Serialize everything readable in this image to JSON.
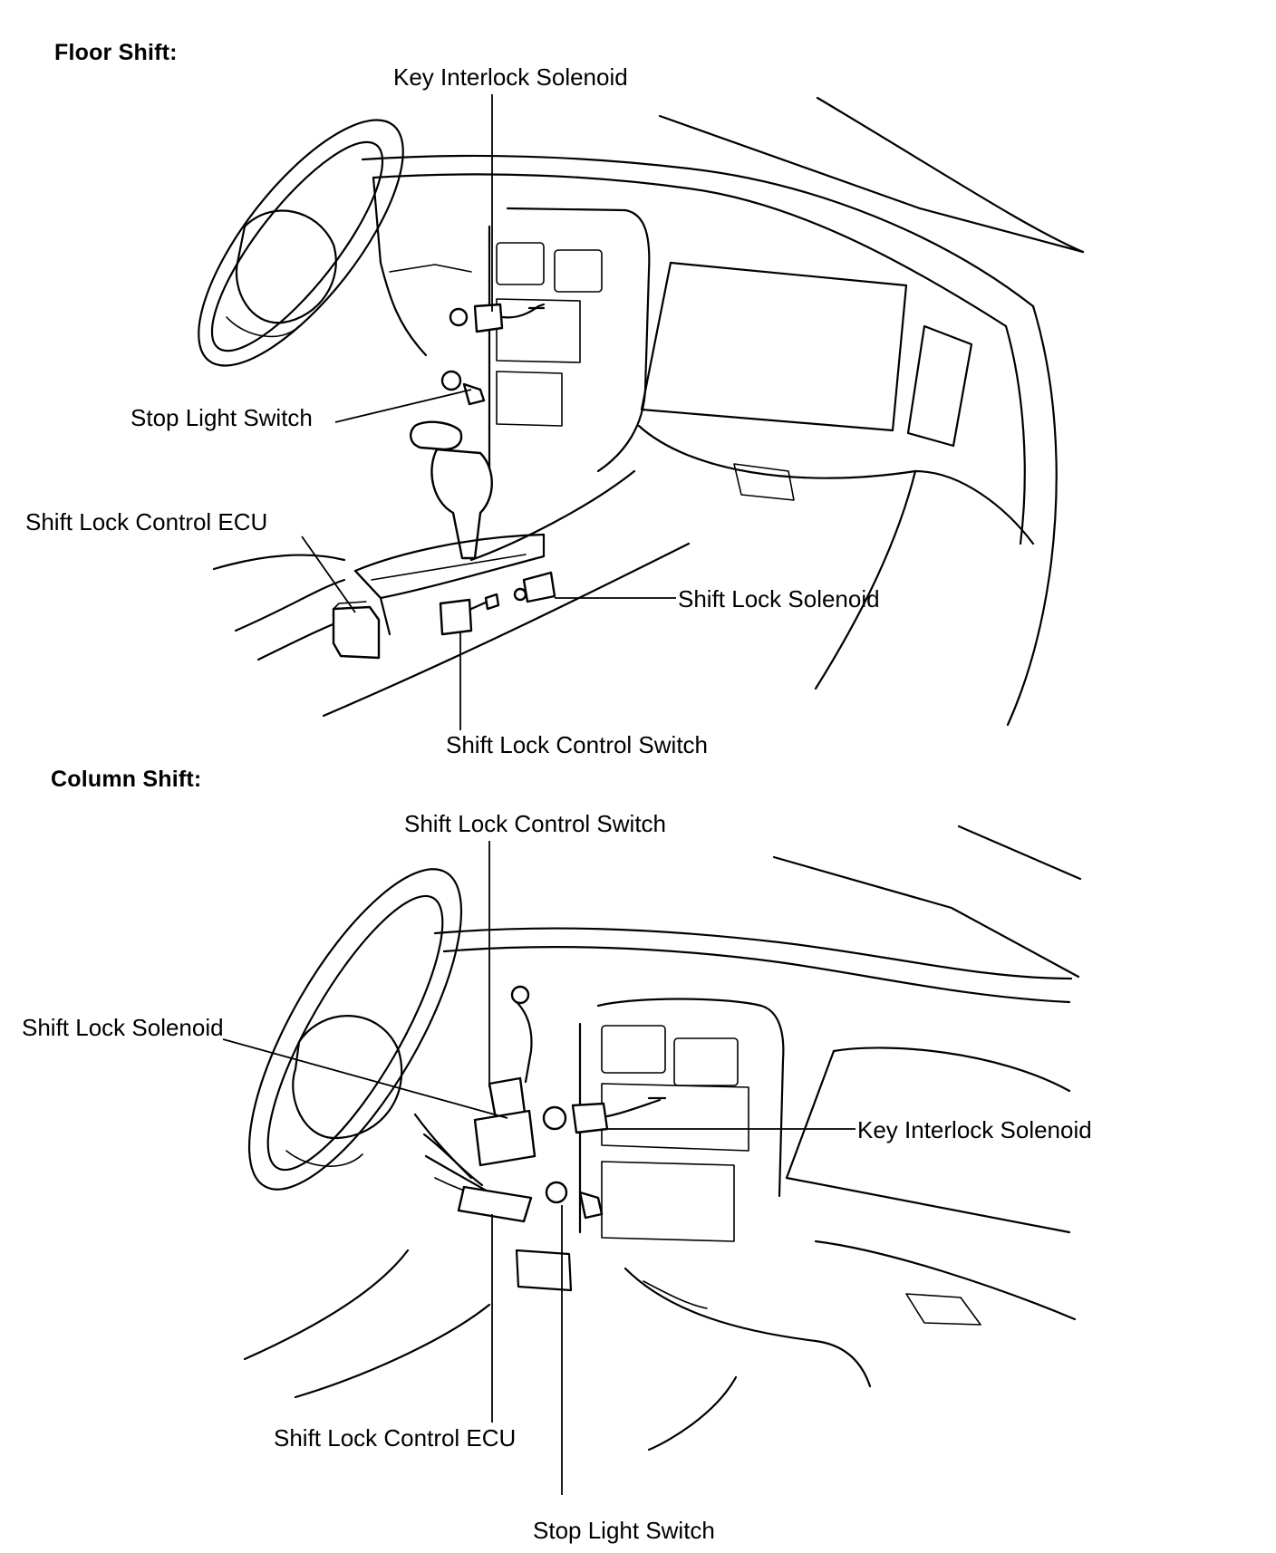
{
  "floor_shift": {
    "heading": "Floor Shift:",
    "labels": {
      "key_interlock_solenoid": "Key Interlock Solenoid",
      "stop_light_switch": "Stop Light Switch",
      "shift_lock_control_ecu": "Shift Lock Control ECU",
      "shift_lock_solenoid": "Shift Lock Solenoid",
      "shift_lock_control_switch": "Shift Lock Control Switch"
    }
  },
  "column_shift": {
    "heading": "Column Shift:",
    "labels": {
      "shift_lock_control_switch": "Shift Lock Control Switch",
      "shift_lock_solenoid": "Shift Lock Solenoid",
      "key_interlock_solenoid": "Key Interlock Solenoid",
      "shift_lock_control_ecu": "Shift Lock Control ECU",
      "stop_light_switch": "Stop Light Switch"
    }
  }
}
